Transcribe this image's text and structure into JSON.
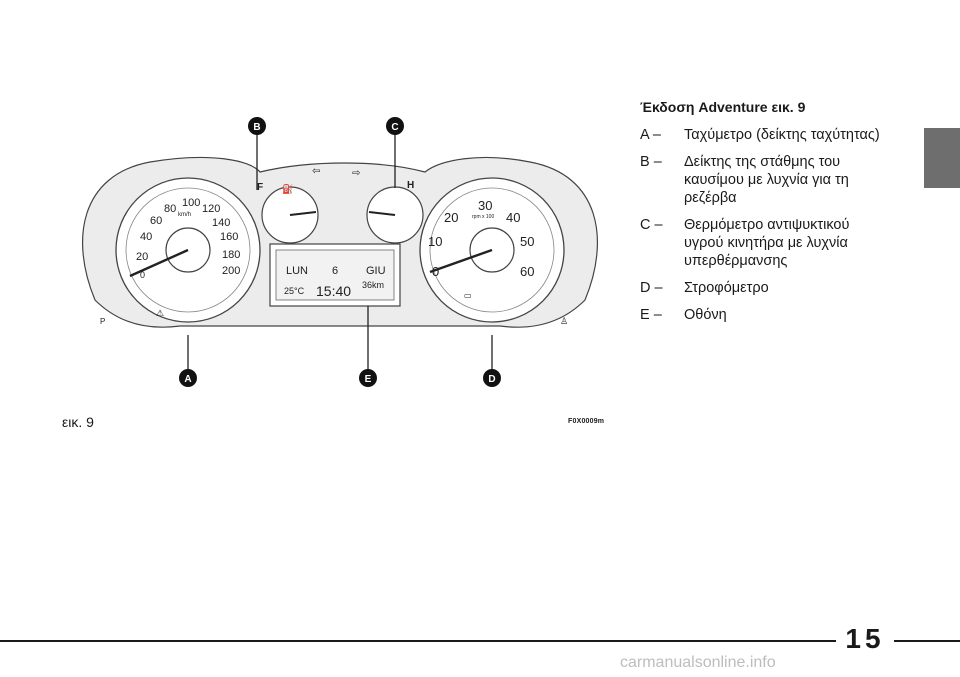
{
  "section": {
    "title": "Έκδοση Adventure εικ. 9",
    "items": [
      {
        "key": "A –",
        "text": "Ταχύμετρο (δείκτης ταχύτητας)"
      },
      {
        "key": "B –",
        "text": "Δείκτης της στάθμης του καυσίμου με λυχνία για τη ρεζέρβα"
      },
      {
        "key": "C –",
        "text": "Θερμόμετρο αντιψυκτικού υγρού κινητήρα με λυχνία υπερθέρμανσης"
      },
      {
        "key": "D –",
        "text": "Στροφόμετρο"
      },
      {
        "key": "E –",
        "text": "Οθόνη"
      }
    ]
  },
  "figure": {
    "caption": "εικ. 9",
    "code": "F0X0009m",
    "callouts": {
      "a": "A",
      "b": "B",
      "c": "C",
      "d": "D",
      "e": "E"
    },
    "speedometer": {
      "unit": "km/h",
      "ticks": [
        "0",
        "20",
        "40",
        "60",
        "80",
        "100",
        "120",
        "140",
        "160",
        "180",
        "200"
      ]
    },
    "tachometer": {
      "unit": "rpm x 100",
      "ticks": [
        "0",
        "10",
        "20",
        "30",
        "40",
        "50",
        "60"
      ]
    },
    "fuel_gauge": {
      "full": "F"
    },
    "temp_gauge": {
      "hot": "H"
    },
    "display": {
      "day": "LUN",
      "date": "6",
      "month": "GIU",
      "temperature": "25°C",
      "time": "15:40",
      "trip": "36km"
    }
  },
  "page_number": "15",
  "watermark": "carmanualsonline.info"
}
